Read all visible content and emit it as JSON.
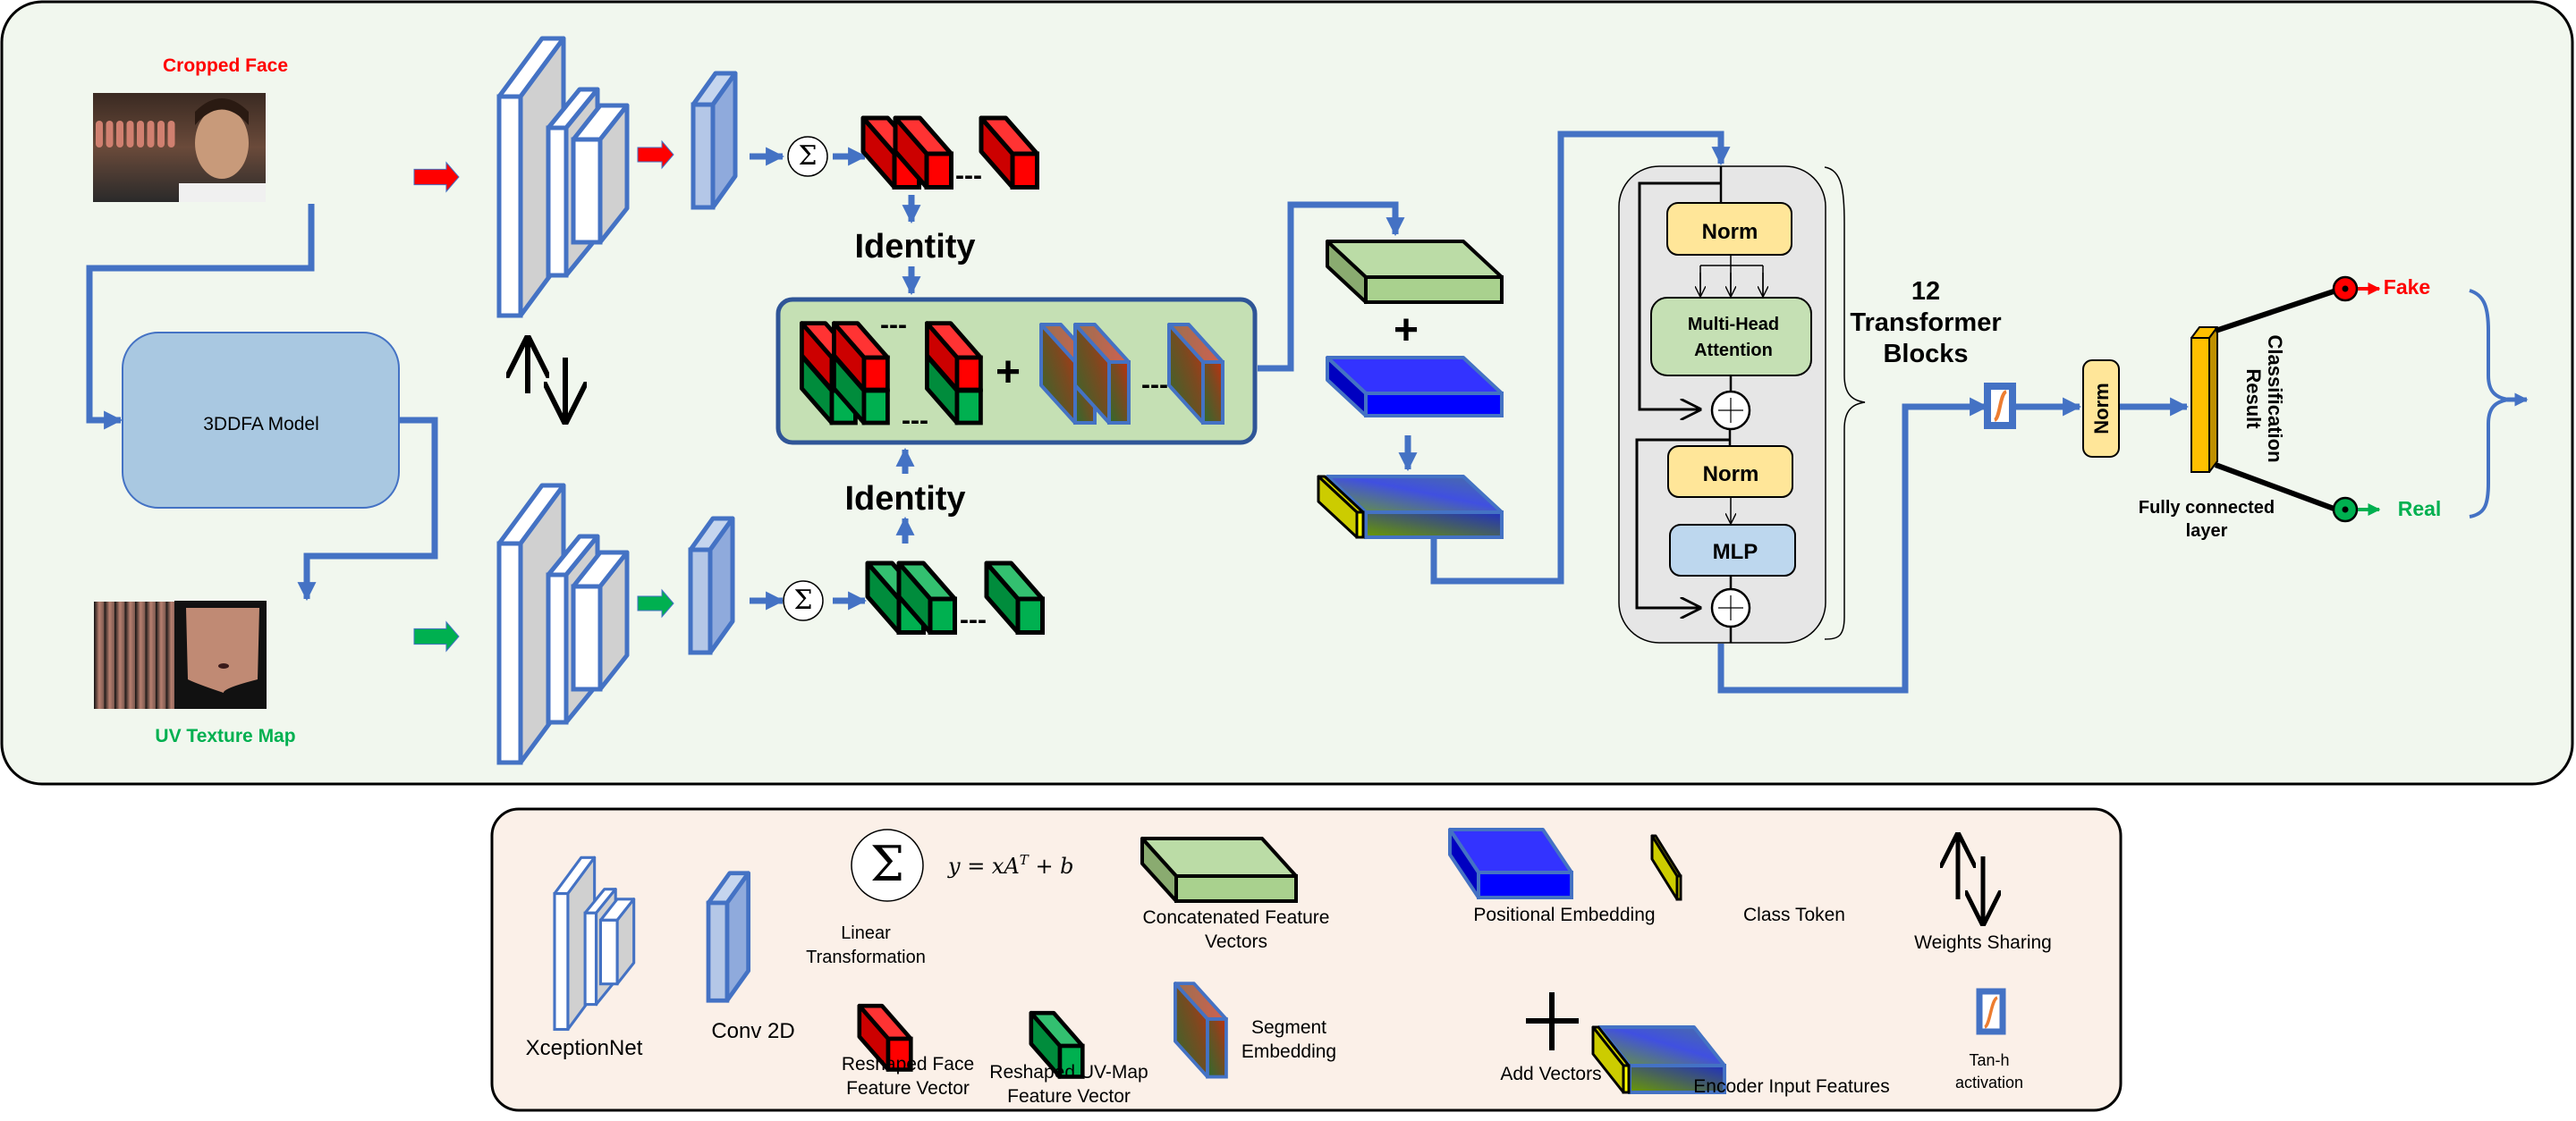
{
  "title": "Deepfake detection architecture: XceptionNet feature extraction from cropped face and UV texture map, followed by a Vision Transformer encoder and classification head",
  "inputs": {
    "cropped_face_label": "Cropped Face",
    "uv_texture_label": "UV Texture Map",
    "face_frames_count": 9,
    "uv_frames_count": 9
  },
  "model_3ddfa": {
    "label": "3DDFA Model"
  },
  "identity_labels": {
    "top": "Identity",
    "bottom": "Identity"
  },
  "transformer": {
    "norm1": "Norm",
    "attention_line1": "Multi-Head",
    "attention_line2": "Attention",
    "norm2": "Norm",
    "mlp": "MLP",
    "repeat_line1": "12",
    "repeat_line2": "Transformer",
    "repeat_line3": "Blocks"
  },
  "head": {
    "norm": "Norm",
    "fc_line1": "Fully connected",
    "fc_line2": "layer",
    "result_line1": "Classification",
    "result_line2": "Result",
    "fake": "Fake",
    "real": "Real"
  },
  "symbols": {
    "sigma": "Σ",
    "plus": "+",
    "ellipsis": "---"
  },
  "colors": {
    "panel_bg": "#f1f7ee",
    "legend_bg": "#fbf0e8",
    "connector": "#4472c4",
    "fake": "#ff0000",
    "real": "#00b050",
    "face_vector": "#ff0000",
    "uv_vector": "#00b050",
    "norm": "#ffe699",
    "attention": "#c5e0b4",
    "mlp": "#bdd7ee",
    "model_3ddfa": "#a9c8e1",
    "positional": "#0000ff",
    "concat": "#a9d18e",
    "class_token": "#cccc00",
    "fc_layer": "#ffc000"
  },
  "legend": {
    "xception": "XceptionNet",
    "conv2d": "Conv 2D",
    "linear_line1": "Linear",
    "linear_line2": "Transformation",
    "linear_formula_y": "y = xA",
    "linear_formula_sup": "T",
    "linear_formula_rest": " + b",
    "face_vec_line1": "Reshaped Face",
    "face_vec_line2": "Feature Vector",
    "uv_vec_line1": "Reshaped UV-Map",
    "uv_vec_line2": "Feature Vector",
    "concat_line1": "Concatenated Feature",
    "concat_line2": "Vectors",
    "segment_line1": "Segment",
    "segment_line2": "Embedding",
    "positional": "Positional Embedding",
    "class_token": "Class Token",
    "weights_sharing": "Weights Sharing",
    "add_vectors": "Add Vectors",
    "encoder_input": "Encoder Input Features",
    "tanh_line1": "Tan-h",
    "tanh_line2": "activation"
  }
}
